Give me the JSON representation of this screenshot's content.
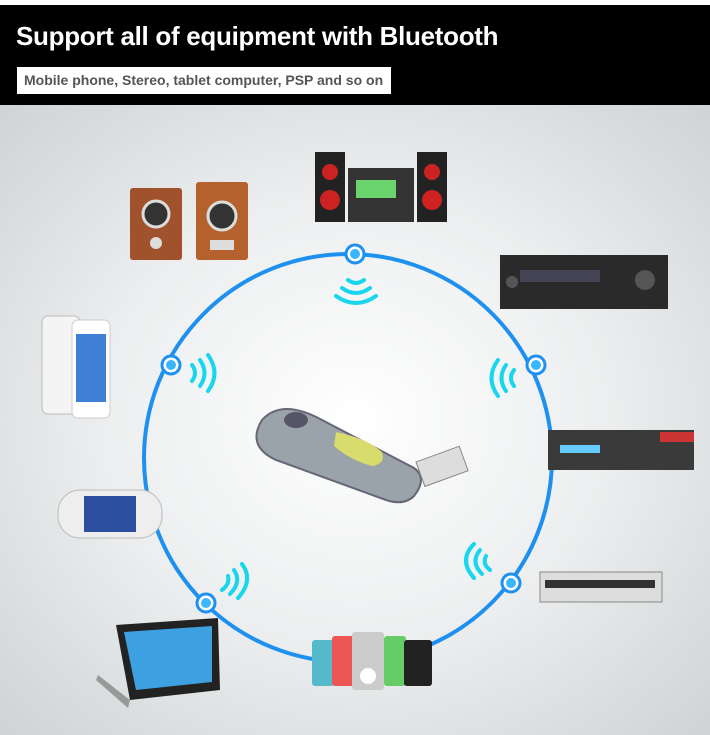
{
  "header": {
    "title": "Support all of equipment with Bluetooth",
    "subtitle": "Mobile phone, Stereo, tablet computer, PSP and so on"
  },
  "colors": {
    "ring": "#1e90f0",
    "node": "#3ab6ff",
    "header_bg": "#000000"
  },
  "devices": [
    "speakers",
    "stereo-system",
    "av-receiver",
    "mobile-phone",
    "set-top-box",
    "psp",
    "dvd-player",
    "tablet",
    "mp3-players",
    "bluetooth-usb-dongle"
  ]
}
